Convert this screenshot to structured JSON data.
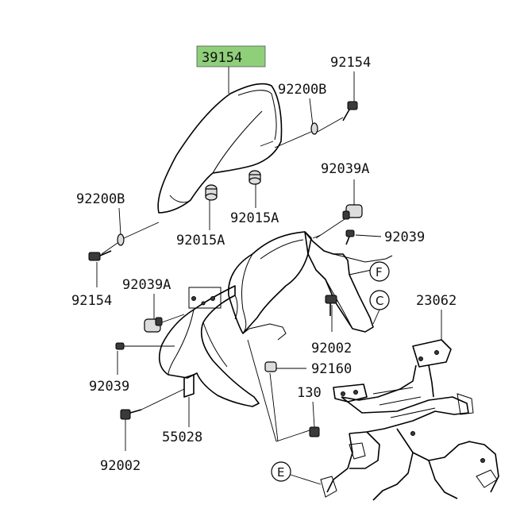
{
  "highlight_color": "#8fcf7a",
  "labels": {
    "p39154": "39154",
    "p92154_top": "92154",
    "p92200b_top": "92200B",
    "p92200b_left": "92200B",
    "p92015a_right": "92015A",
    "p92015a_left": "92015A",
    "p92039a_right": "92039A",
    "p92039a_left": "92039A",
    "p92039_right": "92039",
    "p92039_left": "92039",
    "p92154_left": "92154",
    "p92002_mid": "92002",
    "p92002_bottom": "92002",
    "p92160": "92160",
    "p130": "130",
    "p23062": "23062",
    "p55028": "55028"
  },
  "callouts": {
    "f": "F",
    "c": "C",
    "e": "E"
  }
}
